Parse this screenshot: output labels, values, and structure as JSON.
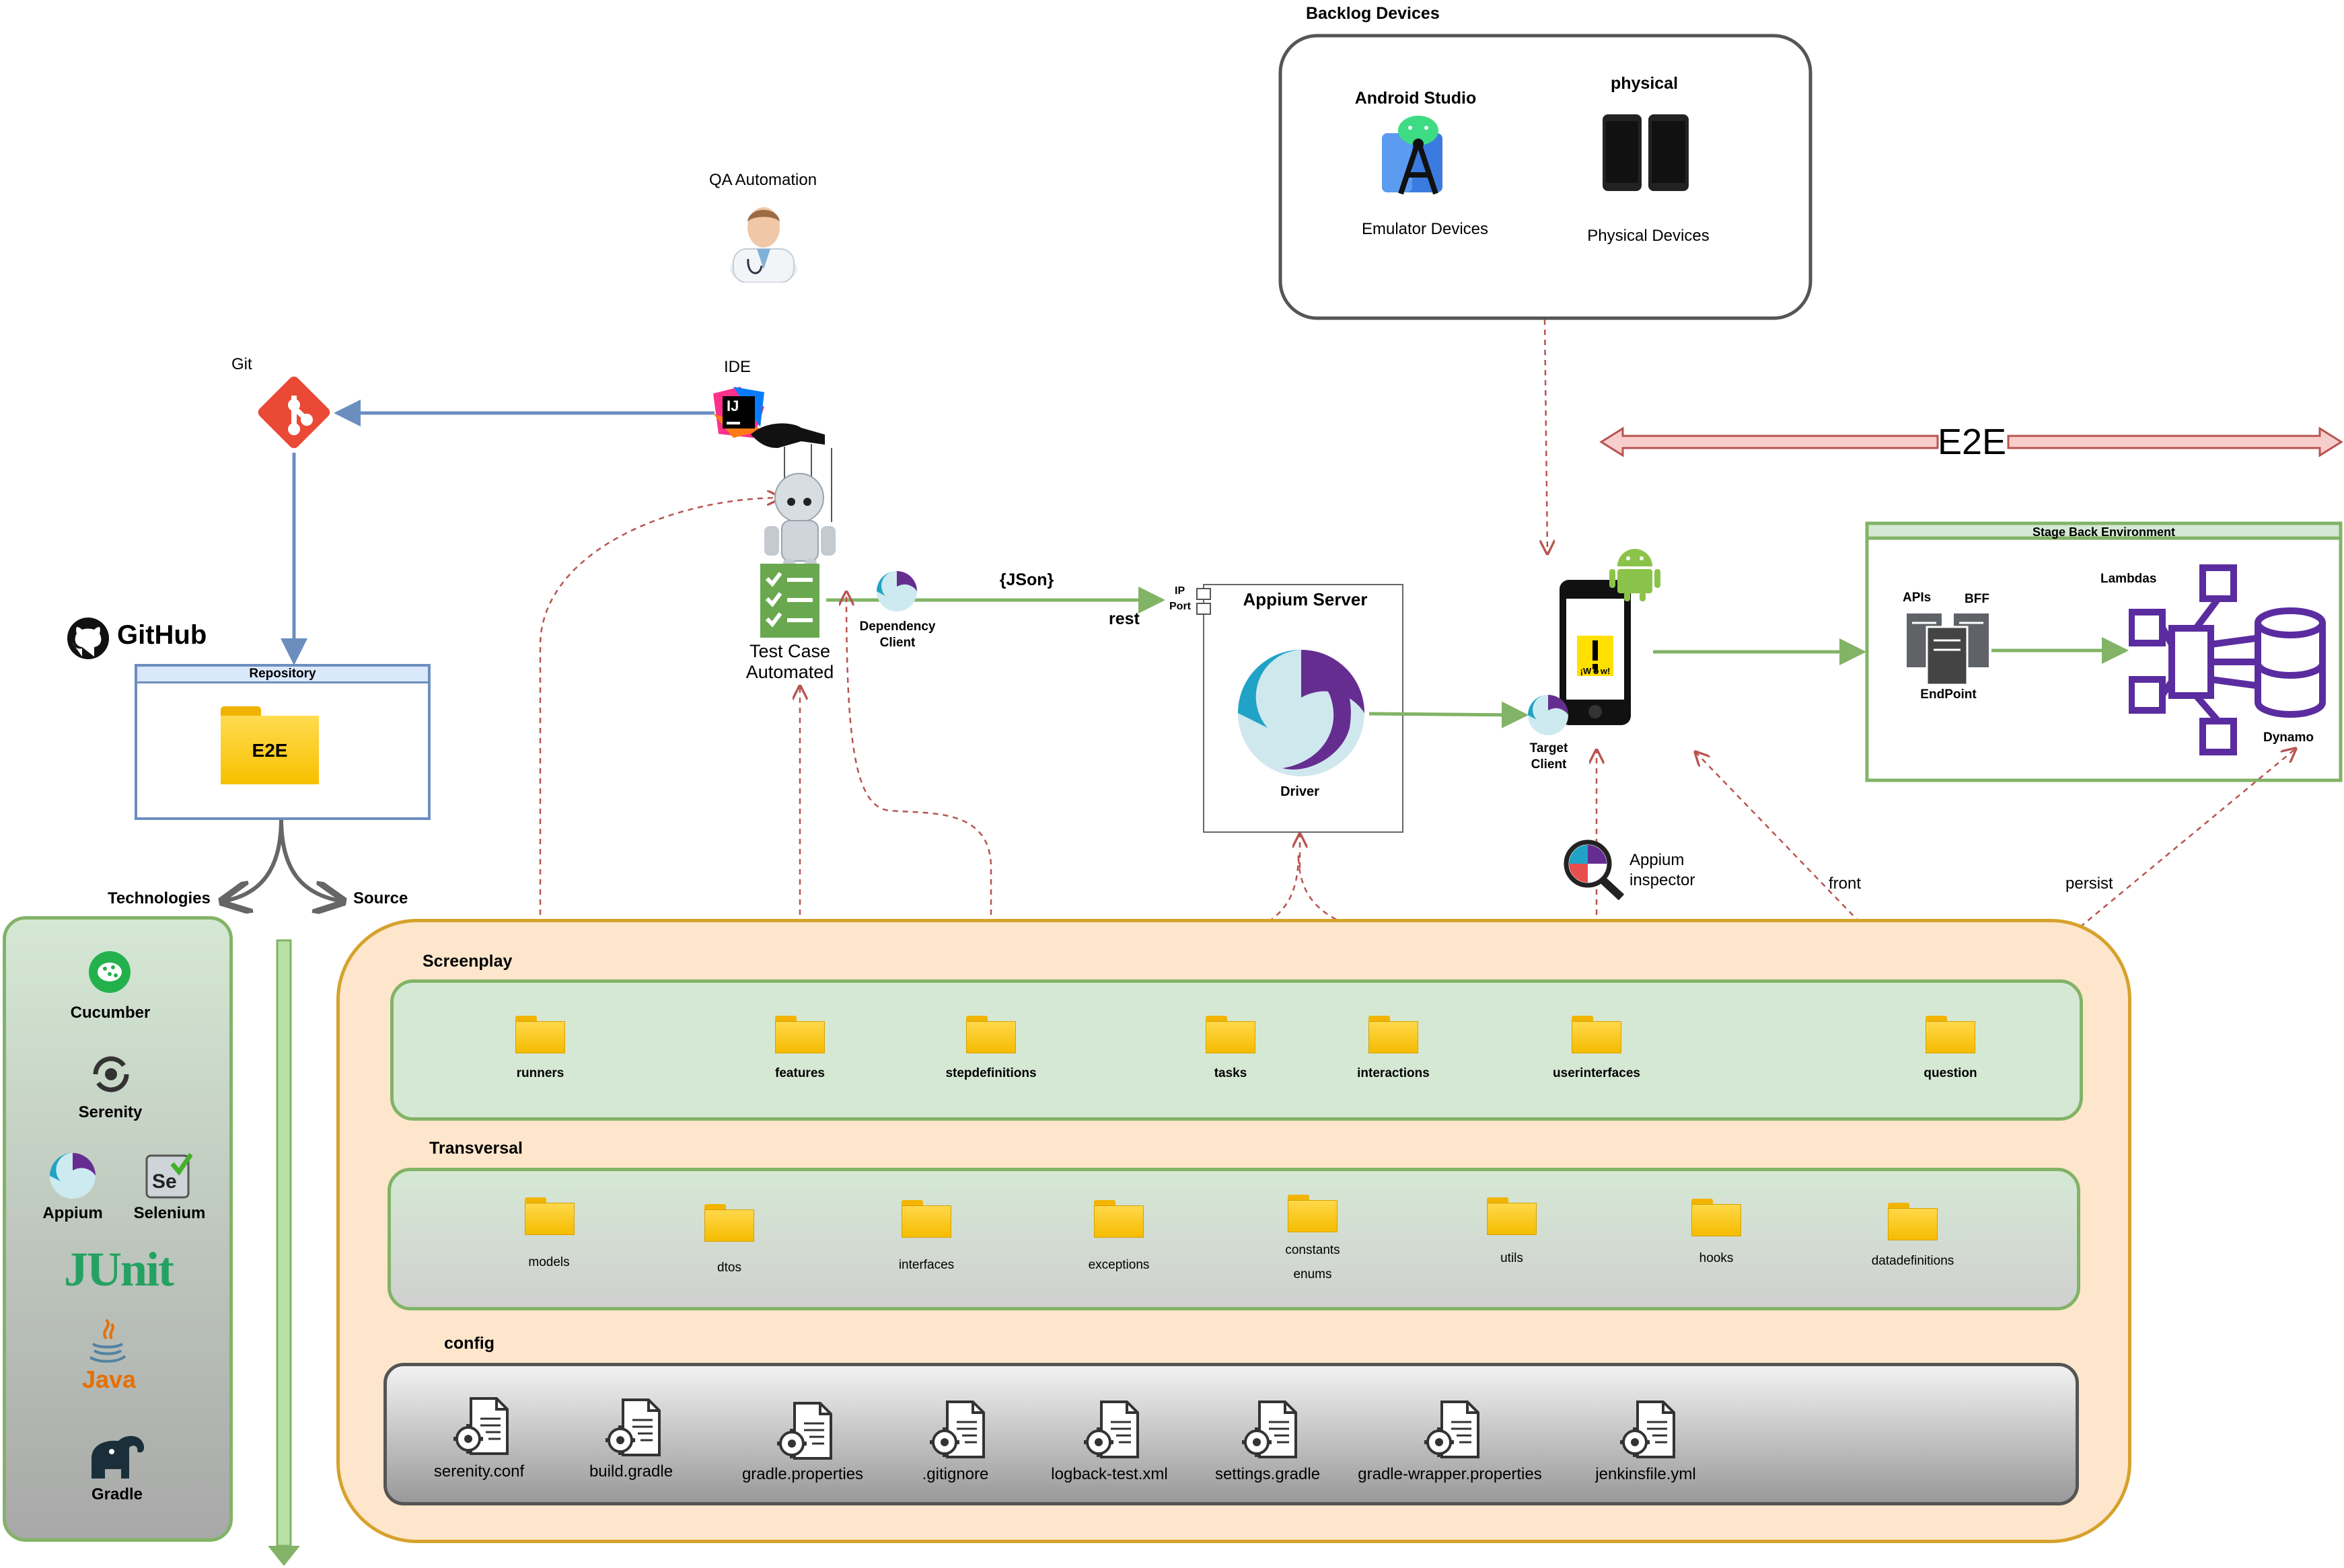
{
  "backlog": {
    "title": "Backlog Devices",
    "android_studio": "Android Studio",
    "physical": "physical",
    "emulator": "Emulator Devices",
    "physical_devices": "Physical Devices"
  },
  "qa": {
    "label": "QA Automation"
  },
  "git": {
    "label": "Git"
  },
  "ide": {
    "label": "IDE",
    "ij": "IJ"
  },
  "github": {
    "label": "GitHub",
    "repository": "Repository",
    "folder": "E2E"
  },
  "test_case": {
    "label1": "Test Case",
    "label2": "Automated"
  },
  "dependency": {
    "line1": "Dependency",
    "line2": "Client"
  },
  "json": "{JSon}",
  "rest": "rest",
  "ip": "IP",
  "port": "Port",
  "appium_server": {
    "title": "Appium Server",
    "driver": "Driver"
  },
  "target": {
    "line1": "Target",
    "line2": "Client",
    "screen": "¡W☻w!"
  },
  "inspector": {
    "line1": "Appium",
    "line2": "inspector"
  },
  "e2e": "E2E",
  "stage": {
    "title": "Stage Back Environment",
    "apis": "APIs",
    "bff": "BFF",
    "endpoint": "EndPoint",
    "lambdas": "Lambdas",
    "dynamo": "Dynamo"
  },
  "front": "front",
  "persist": "persist",
  "technologies_label": "Technologies",
  "source_label": "Source",
  "technologies": [
    "Cucumber",
    "Serenity",
    "Appium",
    "Selenium",
    "JUnit",
    "Java",
    "Gradle"
  ],
  "selenium_mark": "Se",
  "screenplay": {
    "title": "Screenplay",
    "folders": [
      "runners",
      "features",
      "stepdefinitions",
      "tasks",
      "interactions",
      "userinterfaces",
      "question"
    ]
  },
  "transversal": {
    "title": "Transversal",
    "folders": [
      "models",
      "dtos",
      "interfaces",
      "exceptions",
      "constants",
      "enums",
      "utils",
      "hooks",
      "datadefinitions"
    ]
  },
  "config": {
    "title": "config",
    "files": [
      "serenity.conf",
      "build.gradle",
      "gradle.properties",
      ".gitignore",
      "logback-test.xml",
      "settings.gradle",
      "gradle-wrapper.properties",
      "jenkinsfile.yml"
    ]
  },
  "colors": {
    "green_line": "#82b366",
    "blue_line": "#6c8ebf",
    "red_dash": "#b85450",
    "orange_border": "#d6a22c",
    "orange_fill": "#fde6cc",
    "green_fill": "#d5e8d4",
    "purple": "#5b2ca0"
  }
}
